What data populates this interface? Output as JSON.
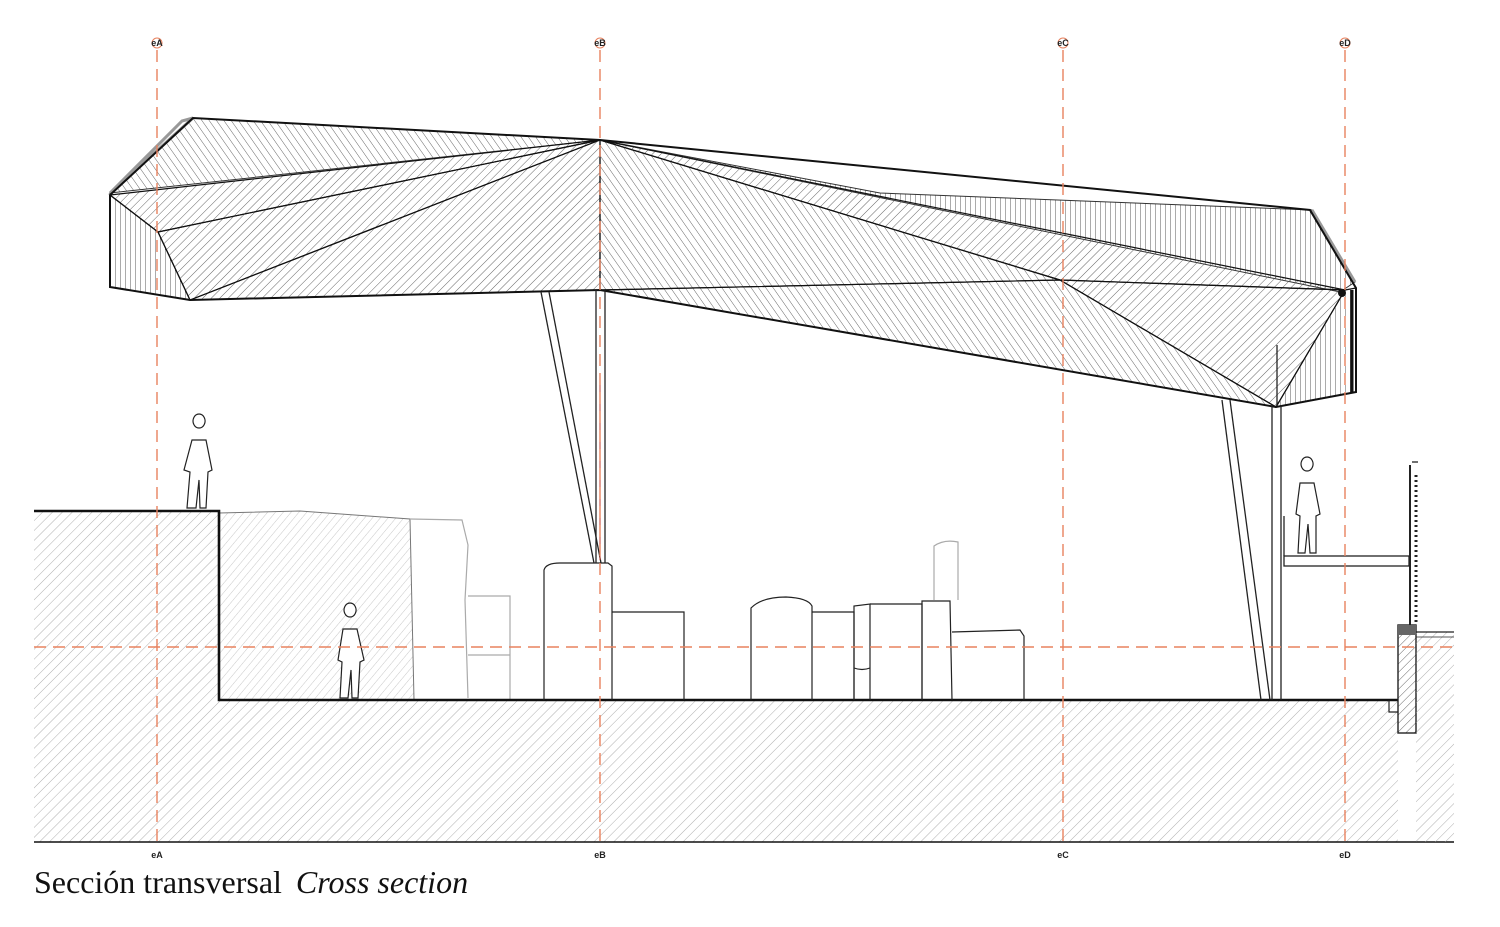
{
  "caption": {
    "spanish": "Sección transversal",
    "english": "Cross section"
  },
  "axes": [
    {
      "id": "A",
      "top_label": "eA",
      "bottom_label": "eA"
    },
    {
      "id": "B",
      "top_label": "eB",
      "bottom_label": "eB"
    },
    {
      "id": "C",
      "top_label": "eC",
      "bottom_label": "eC"
    },
    {
      "id": "D",
      "top_label": "eD",
      "bottom_label": "eD"
    }
  ],
  "colors": {
    "axis_line": "#e8825f",
    "ink": "#111111",
    "hatch": "#555555",
    "ground_hatch": "#9a9a9a",
    "light_line": "#9a9a9a"
  }
}
